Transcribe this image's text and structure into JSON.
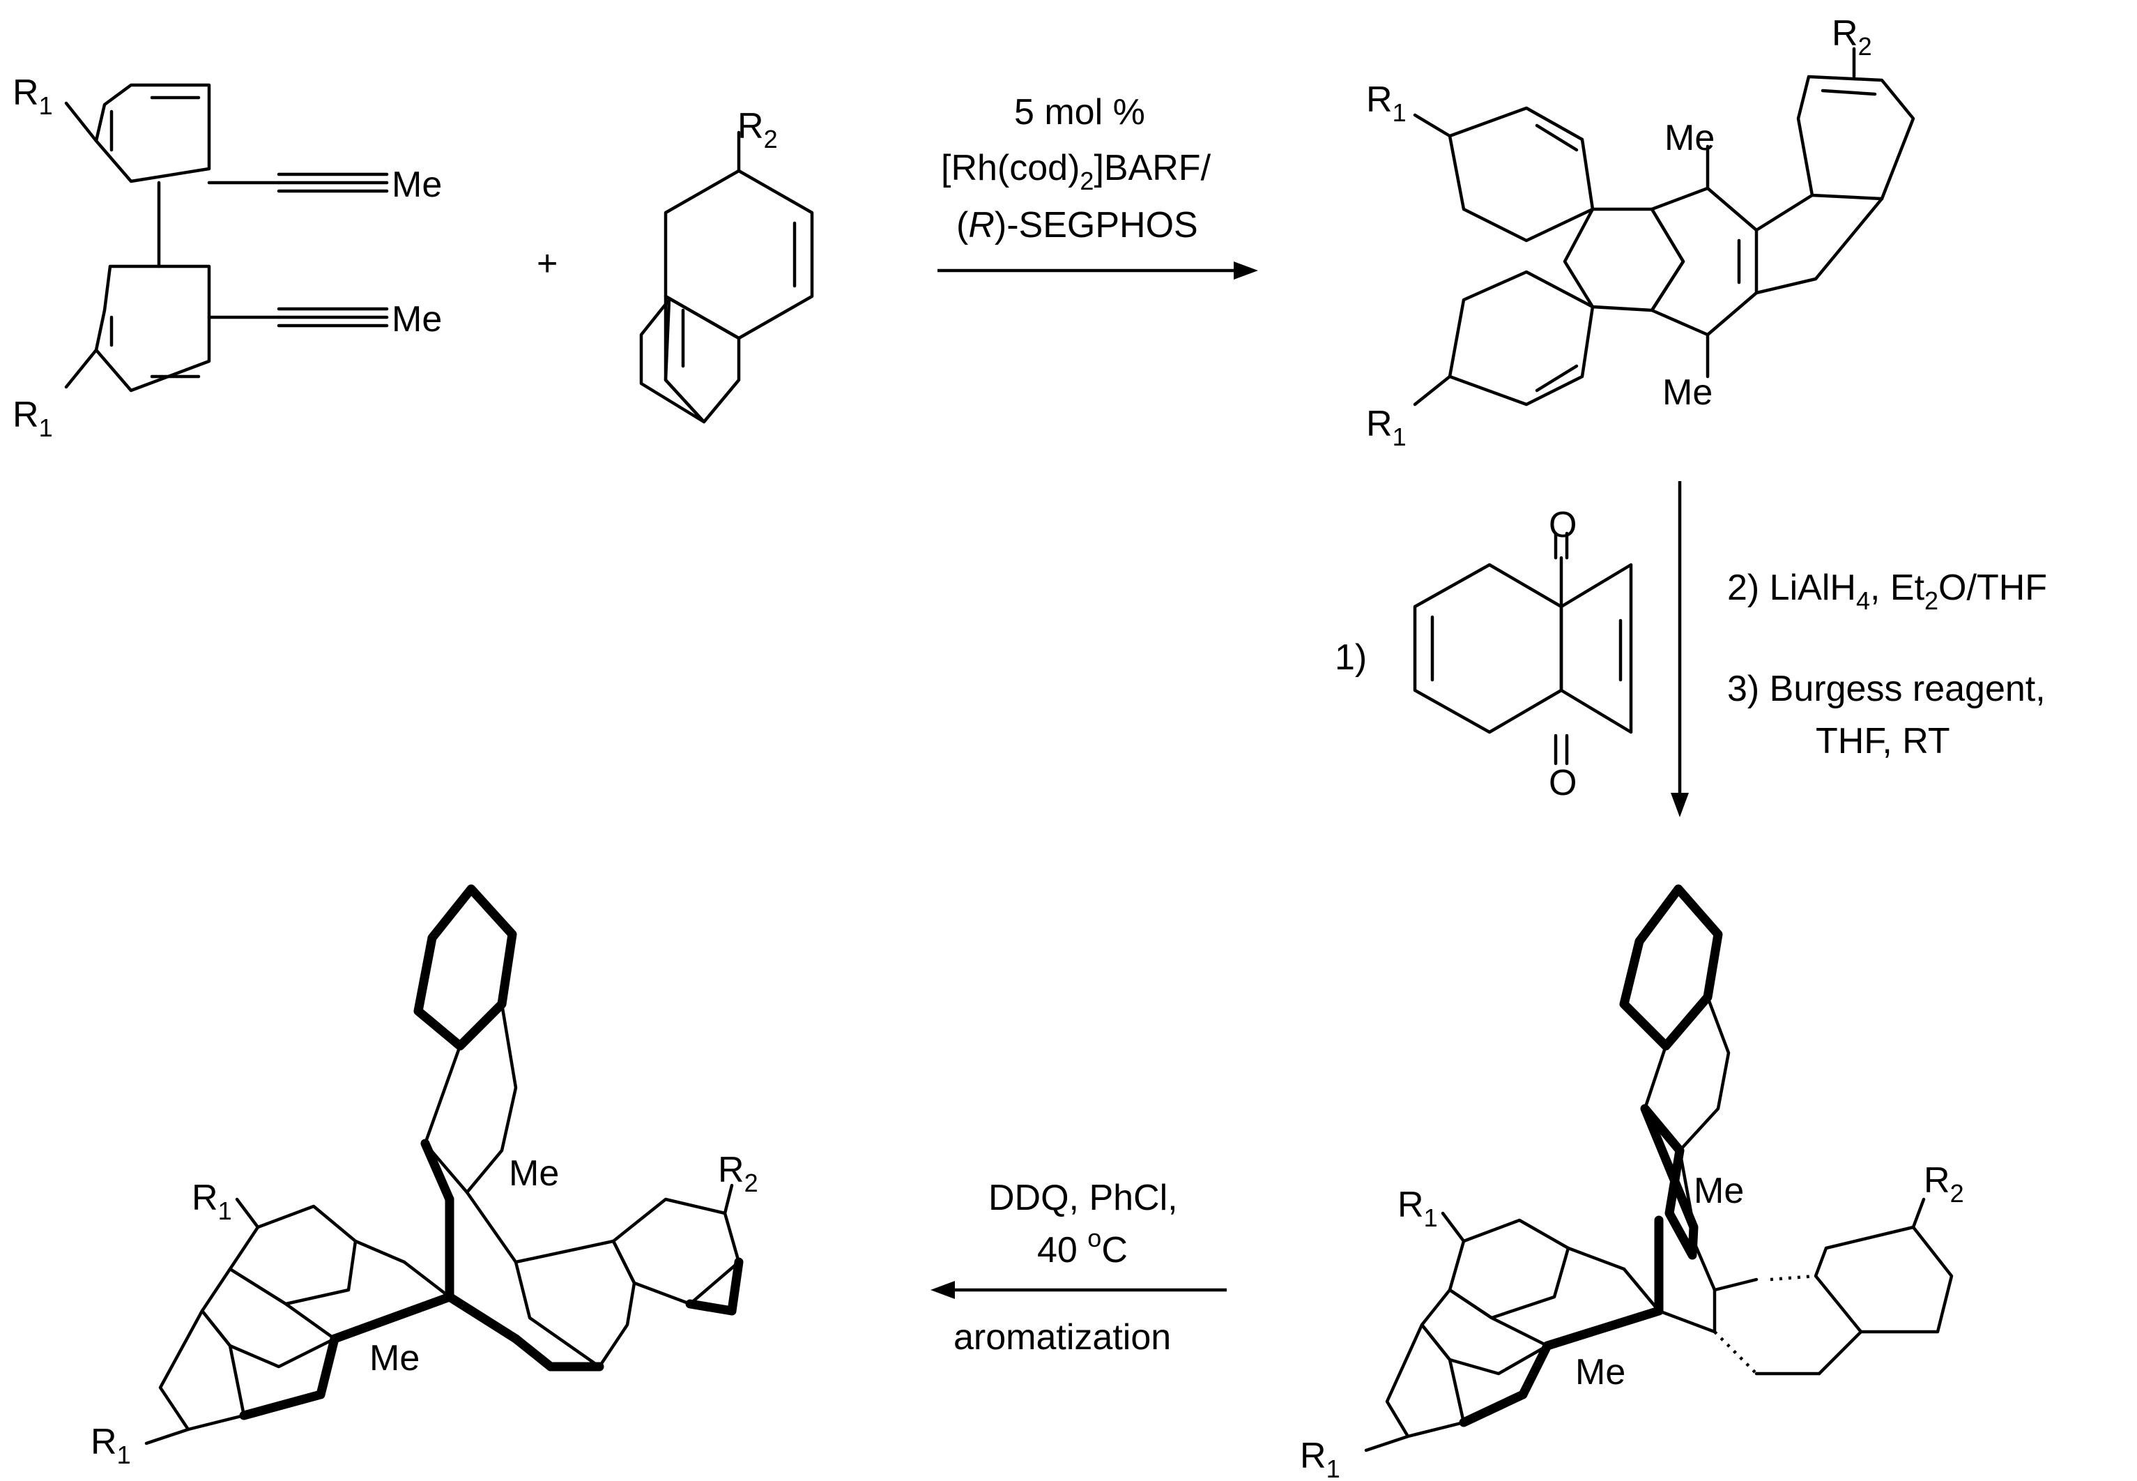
{
  "labels": {
    "R1": "R",
    "R1_sub": "1",
    "R2": "R",
    "R2_sub": "2",
    "Me": "Me",
    "O": "O",
    "plus": "+"
  },
  "step1": {
    "line1": "5 mol %",
    "line2_a": "[Rh(cod)",
    "line2_sub": "2",
    "line2_b": "]BARF/",
    "line3_a": "(",
    "line3_italic": "R",
    "line3_b": ")-SEGPHOS"
  },
  "step2": {
    "item1": "1)",
    "item2_a": "2) LiAlH",
    "item2_sub1": "4",
    "item2_b": ", Et",
    "item2_sub2": "2",
    "item2_c": "O/THF",
    "item3_line1": "3) Burgess reagent,",
    "item3_line2": "THF, RT"
  },
  "step3": {
    "line1": "DDQ, PhCl,",
    "line2_a": "40 ",
    "line2_sup": "o",
    "line2_b": "C",
    "line3": "aromatization"
  }
}
